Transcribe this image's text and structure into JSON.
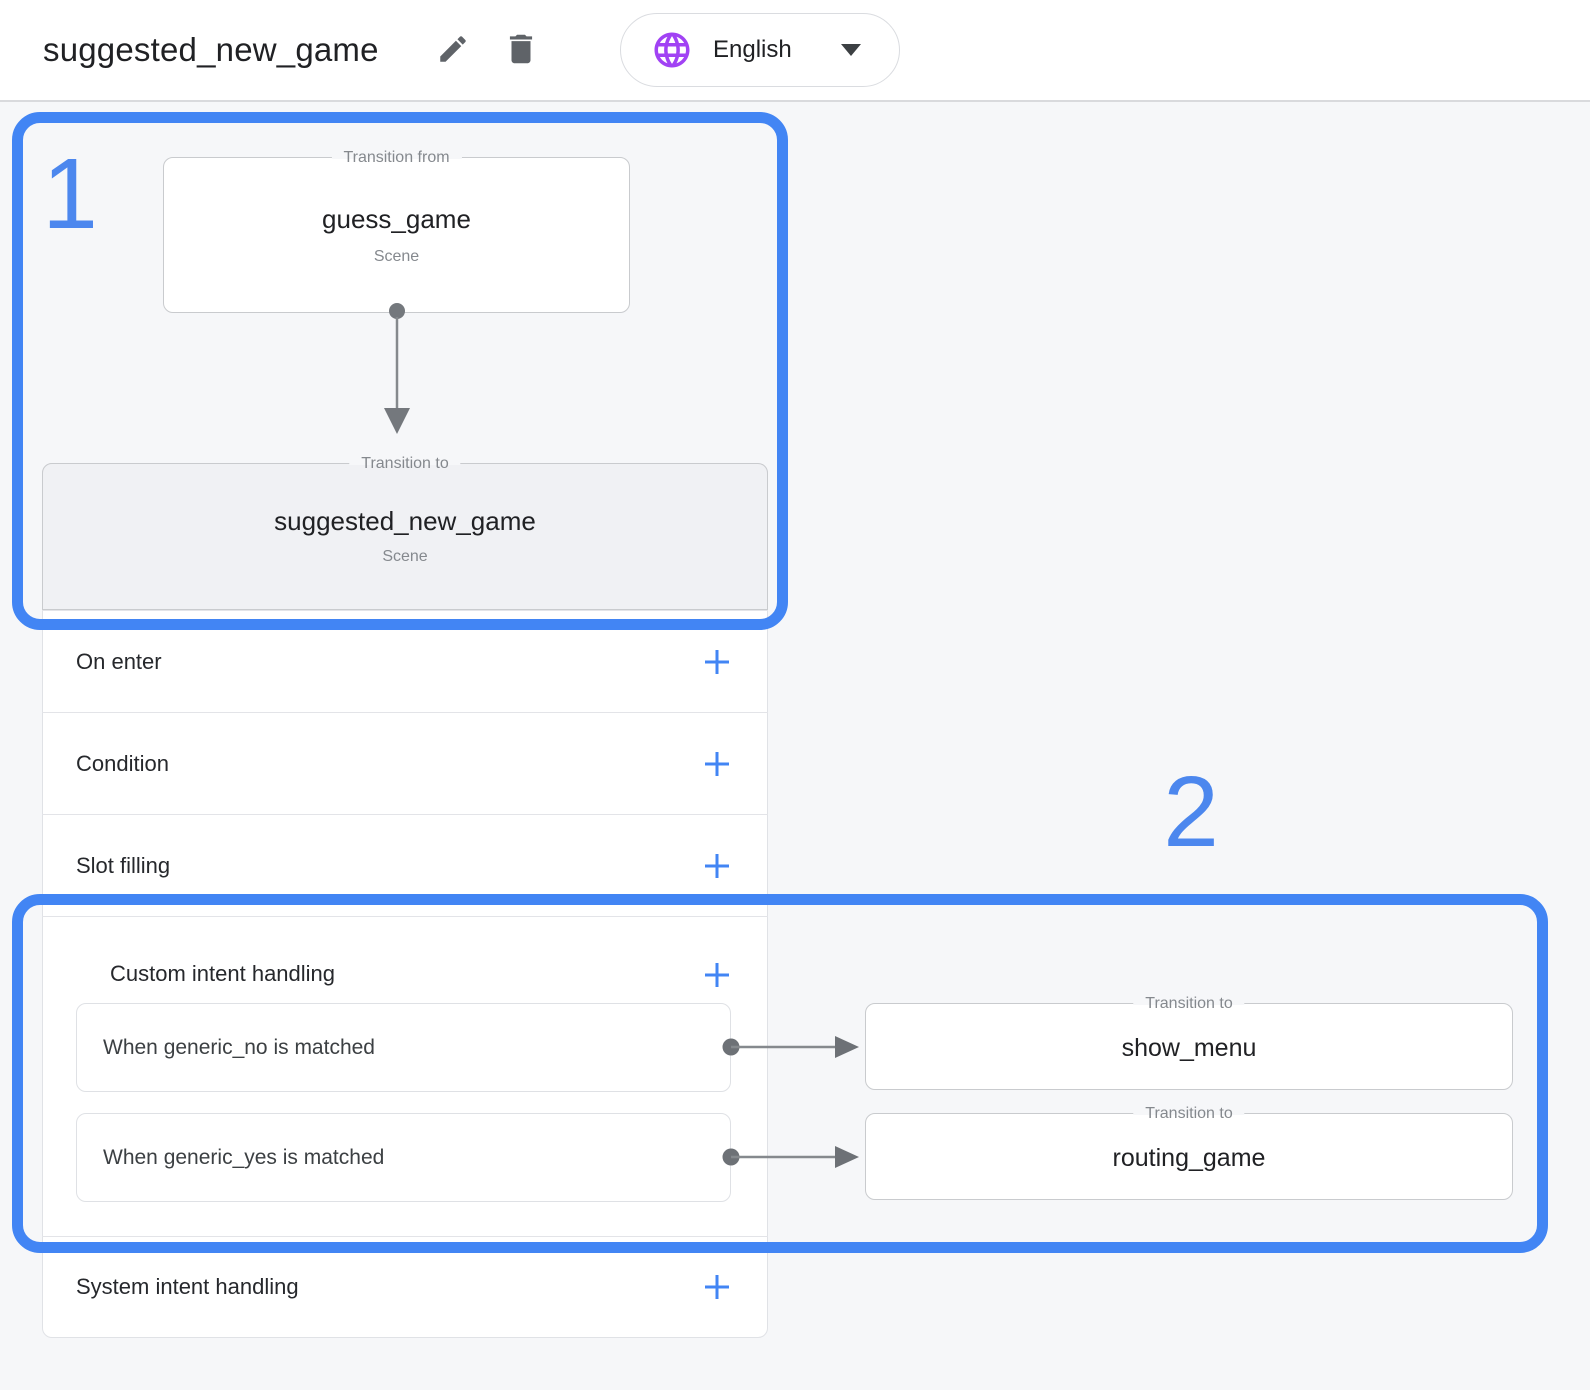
{
  "header": {
    "title": "suggested_new_game",
    "language_label": "English"
  },
  "annotations": {
    "step1": "1",
    "step2": "2"
  },
  "flow": {
    "from": {
      "legend": "Transition from",
      "name": "guess_game",
      "type": "Scene"
    },
    "to": {
      "legend": "Transition to",
      "name": "suggested_new_game",
      "type": "Scene"
    }
  },
  "sections": {
    "on_enter": "On enter",
    "condition": "Condition",
    "slot_filling": "Slot filling",
    "custom_intent": "Custom intent handling",
    "system_intent": "System intent handling"
  },
  "intents": [
    {
      "when": "When generic_no is matched",
      "legend": "Transition to",
      "target": "show_menu"
    },
    {
      "when": "When generic_yes is matched",
      "legend": "Transition to",
      "target": "routing_game"
    }
  ],
  "icons": {
    "edit": "pencil",
    "delete": "trash",
    "language": "globe",
    "dropdown": "caret-down",
    "add": "plus"
  },
  "colors": {
    "annotation_blue": "#4285f4",
    "add_blue": "#4285f4",
    "globe_purple": "#a142f4",
    "connector_gray": "#7d8186",
    "page_background": "#f6f7f9"
  }
}
